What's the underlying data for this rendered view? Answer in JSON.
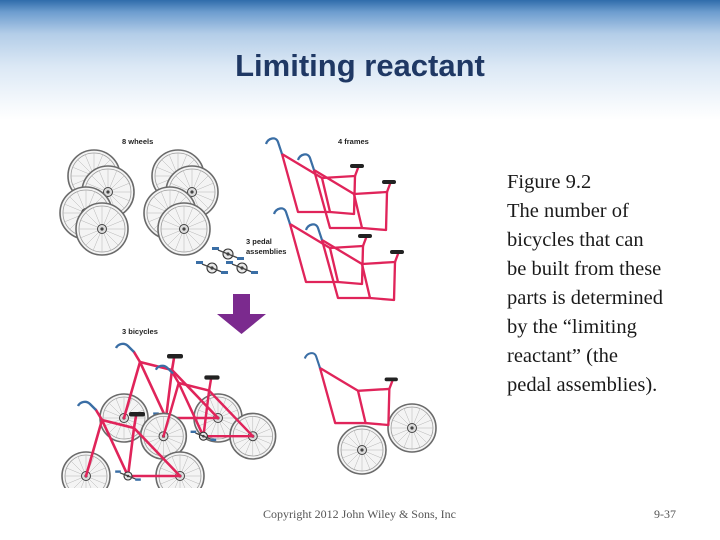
{
  "slide": {
    "title": "Limiting reactant",
    "caption_lines": [
      "Figure 9.2",
      "The number of",
      "bicycles that can",
      "be built from these",
      "parts is determined",
      "by the “limiting",
      "reactant”  (the",
      "pedal assemblies)."
    ],
    "copyright": "Copyright 2012 John Wiley & Sons, Inc",
    "page_number": "9-37"
  },
  "figure": {
    "label_wheels": "8 wheels",
    "label_frames": "4 frames",
    "label_pedals": [
      "3 pedal",
      "assemblies"
    ],
    "label_bicycles": "3 bicycles",
    "colors": {
      "frame": "#e0245a",
      "arrow": "#7b2a8e",
      "wheel_stroke": "#6a6a6a",
      "wheel_fill": "#f4f4f4",
      "pedal": "#3a6ea5",
      "seat": "#222222",
      "handlebar": "#3a6ea5"
    }
  }
}
